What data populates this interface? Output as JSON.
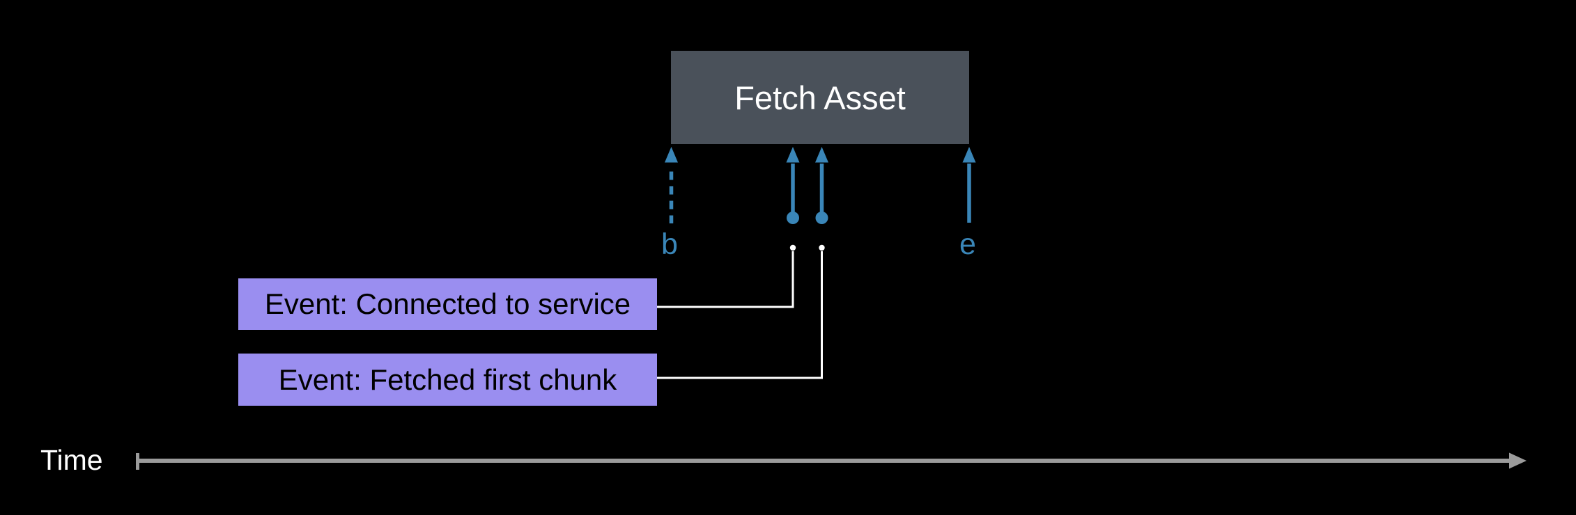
{
  "colors": {
    "bg": "#000000",
    "boxgray": "#4a515a",
    "blue": "#3a86b8",
    "purple": "#9a8ef0",
    "white": "#ffffff",
    "axisgray": "#9b9b9b",
    "eventtext": "#000000"
  },
  "interval": {
    "label": "Fetch Asset",
    "begin_label": "b",
    "end_label": "e"
  },
  "events": [
    {
      "label": "Event: Connected to service"
    },
    {
      "label": "Event: Fetched first chunk"
    }
  ],
  "axis": {
    "label": "Time"
  }
}
